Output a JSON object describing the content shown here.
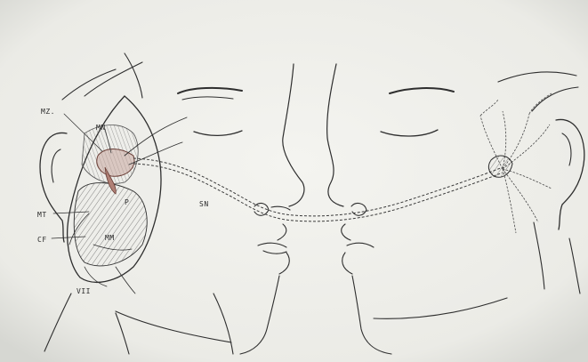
{
  "labels": {
    "mz": "MZ.",
    "mn": "MN",
    "p": "P",
    "mt": "MT",
    "cf": "CF",
    "mm": "MM",
    "vii": "VII",
    "sn": "SN"
  },
  "colors": {
    "paper": "#f2f2ee",
    "ink": "#2e2e2e",
    "reddish": "#9a5a50"
  }
}
